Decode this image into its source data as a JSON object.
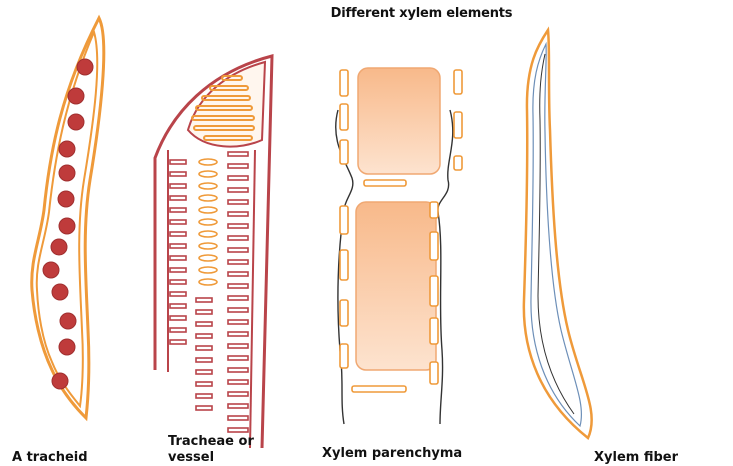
{
  "title": "Different xylem elements",
  "labels": {
    "tracheid": "A tracheid",
    "vessel": "Tracheae or vessel",
    "parenchyma": "Xylem parenchyma",
    "fiber": "Xylem fiber"
  },
  "colors": {
    "orange_outline": "#ef9a3a",
    "pit_red": "#bf3b3b",
    "vessel_wall": "#b9444a",
    "cell_fill": "#fbc79f",
    "dark_line": "#333333"
  }
}
